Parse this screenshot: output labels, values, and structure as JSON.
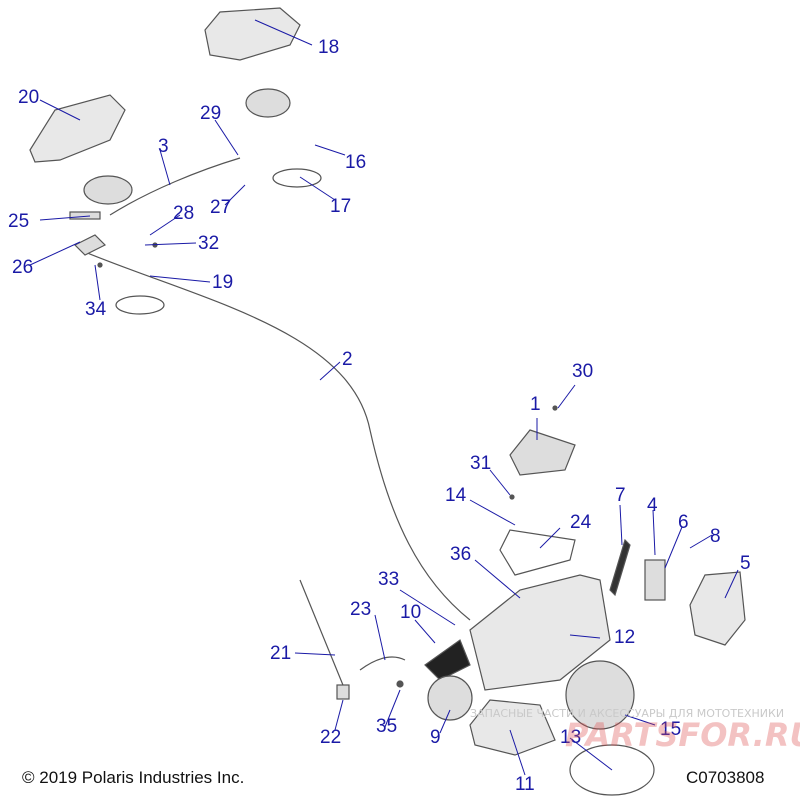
{
  "copyright": "© 2019 Polaris Industries Inc.",
  "diagram_code": "C0703808",
  "watermark": {
    "line1": "ЗАПАСНЫЕ ЧАСТИ И АКСЕССУАРЫ ДЛЯ МОТОТЕХНИКИ",
    "logo": "PARTSFOR.RU"
  },
  "colors": {
    "callout": "#1a1aa6",
    "line": "#555555",
    "part_fill": "#e8e8e8"
  },
  "callouts": {
    "c1": "1",
    "c2": "2",
    "c3": "3",
    "c4": "4",
    "c5": "5",
    "c6": "6",
    "c7": "7",
    "c8": "8",
    "c9": "9",
    "c10": "10",
    "c11": "11",
    "c12": "12",
    "c13": "13",
    "c14": "14",
    "c15": "15",
    "c16": "16",
    "c17": "17",
    "c18": "18",
    "c19": "19",
    "c20": "20",
    "c21": "21",
    "c22": "22",
    "c23": "23",
    "c24": "24",
    "c25": "25",
    "c26": "26",
    "c27": "27",
    "c28": "28",
    "c29": "29",
    "c30": "30",
    "c31": "31",
    "c32": "32",
    "c33": "33",
    "c34": "34",
    "c35": "35",
    "c36": "36"
  }
}
